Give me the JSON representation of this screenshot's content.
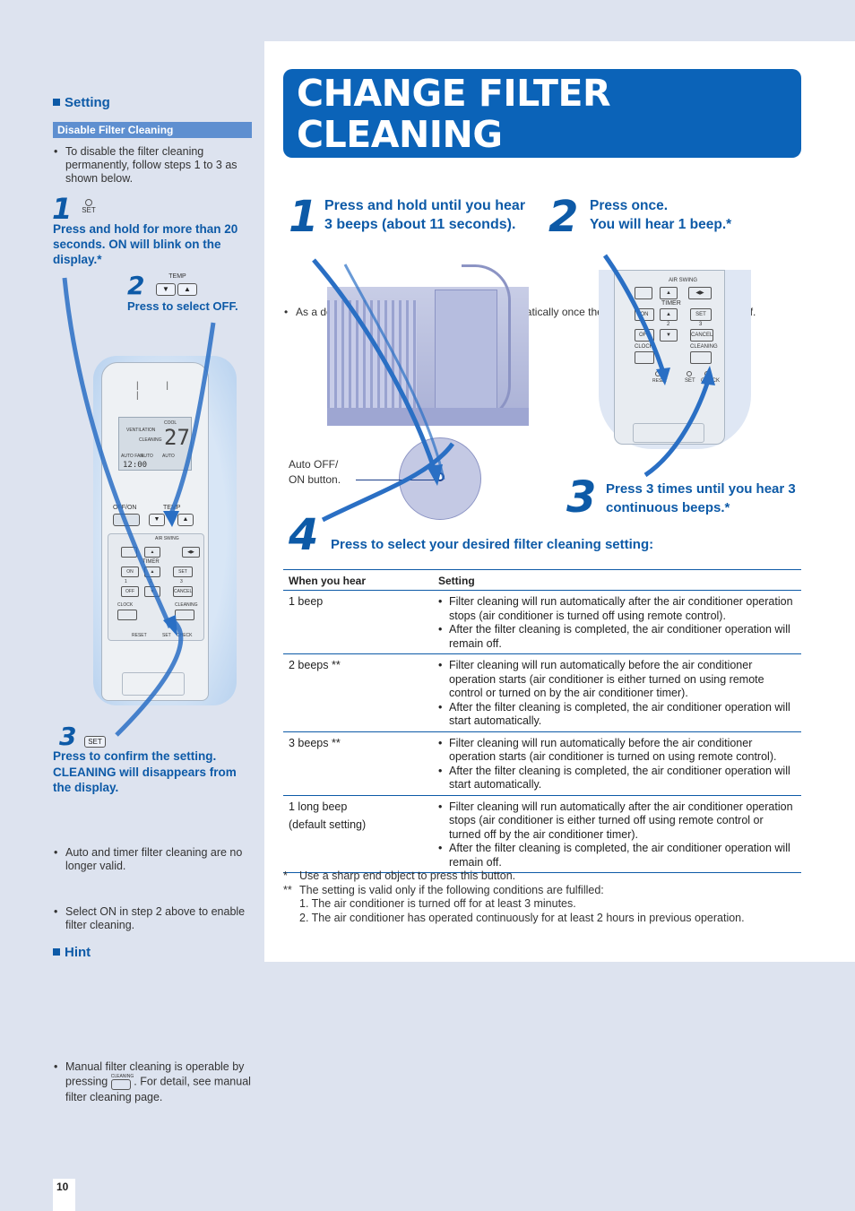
{
  "left": {
    "setting_heading": "Setting",
    "disable_pill": "Disable Filter Cleaning",
    "disable_bullet": "To disable the filter cleaning permanently, follow steps 1 to 3 as shown below.",
    "step1_num": "1",
    "step1_btn": "SET",
    "step1_text": "Press and hold for more than 20 seconds. ON will blink on the display.*",
    "step2_num": "2",
    "step2_btn": "TEMP",
    "step2_text": "Press to select OFF.",
    "step3_num": "3",
    "step3_btn": "SET",
    "step3_text": "Press to confirm the setting. CLEANING will disappears from the display.",
    "bullets": [
      "Auto and timer filter cleaning are no longer valid.",
      "Select ON in step 2 above to enable filter cleaning."
    ],
    "hint_heading": "Hint",
    "hint_part1": "Manual filter cleaning is operable by pressing",
    "hint_btn": "CLEANING",
    "hint_part2": ". For detail, see manual filter cleaning page."
  },
  "remote": {
    "mode": "COOL",
    "ventilation": "VENTILATION",
    "cleaning": "CLEANING",
    "temp_value": "27",
    "fan": "AUTO FAN",
    "auto1": "AUTO",
    "auto2": "AUTO",
    "clock": "12:00",
    "off_on": "OFF/ON",
    "temp": "TEMP",
    "air_swing": "AIR SWING",
    "timer": "TIMER",
    "on": "ON",
    "off": "OFF",
    "set": "SET",
    "cancel": "CANCEL",
    "clock_btn": "CLOCK",
    "cleaning_btn": "CLEANING",
    "reset": "RESET",
    "check": "CHECK",
    "n1": "1",
    "n2": "2",
    "n3": "3"
  },
  "main": {
    "title_line1": "CHANGE FILTER CLEANING",
    "title_line2": "DEFAULT SETTING",
    "intro": "As a default setting, filter cleaning will run automatically once the air conditioner unit is turned off.",
    "step1_num": "1",
    "step1_text": "Press and hold until you hear 3 beeps (about 11 seconds).",
    "step2_num": "2",
    "step2_line1": "Press once.",
    "step2_line2": "You will hear 1 beep.*",
    "step3_num": "3",
    "step3_text": "Press 3 times until you hear 3 continuous beeps.*",
    "step4_num": "4",
    "step4_text": "Press to select your desired filter cleaning setting:",
    "auto_label_1": "Auto OFF/",
    "auto_label_2": "ON button."
  },
  "table": {
    "headers": [
      "When you hear",
      "Setting"
    ],
    "rows": [
      {
        "hear": "1 beep",
        "hear2": "",
        "items": [
          "Filter cleaning will run automatically after the air conditioner operation stops (air conditioner is turned off using remote control).",
          "After the filter cleaning is completed, the air conditioner operation will remain off."
        ]
      },
      {
        "hear": "2 beeps **",
        "hear2": "",
        "items": [
          "Filter cleaning will run automatically before the air conditioner operation starts (air conditioner is either turned on using remote control or turned on by the air conditioner timer).",
          "After the filter cleaning is completed, the air conditioner operation will start automatically."
        ]
      },
      {
        "hear": "3 beeps **",
        "hear2": "",
        "items": [
          "Filter cleaning will run automatically before the air conditioner operation starts (air conditioner is turned on using remote control).",
          "After the filter cleaning is completed, the air conditioner operation will start automatically."
        ]
      },
      {
        "hear": "1 long beep",
        "hear2": "(default setting)",
        "items": [
          "Filter cleaning will run automatically after the air conditioner operation stops (air conditioner is either turned off using remote control or turned off by the air conditioner timer).",
          "After the filter cleaning is completed, the air conditioner operation will remain off."
        ]
      }
    ]
  },
  "footnotes": {
    "f1_mark": "*",
    "f1": "Use a sharp end object to press this button.",
    "f2_mark": "**",
    "f2": "The setting is valid only if the following conditions are fulfilled:",
    "f2a": "1. The air conditioner is turned off for at least 3 minutes.",
    "f2b": "2. The air conditioner has operated continuously for at least 2 hours in previous operation."
  },
  "page_number": "10",
  "colors": {
    "brand_blue": "#0b63b8",
    "accent_text": "#0d5aa7",
    "background": "#dde3ef"
  }
}
